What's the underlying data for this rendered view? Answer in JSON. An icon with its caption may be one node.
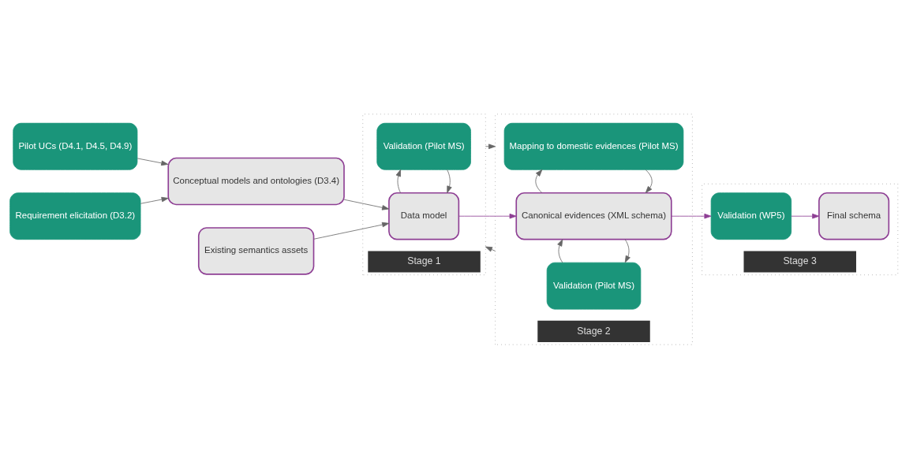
{
  "diagram": {
    "nodes": [
      {
        "text": [
          "Pilot UCs (D4.1, D4.5, D4.9)"
        ]
      },
      {
        "text": [
          "Requirement elicitation (D3.2)"
        ]
      },
      {
        "text": [
          "Conceptual models and ontologies (D3.4)"
        ]
      },
      {
        "text": [
          "Existing semantics assets"
        ]
      },
      {
        "text": [
          "Stage 1"
        ]
      },
      {
        "text": [
          "Validation (Pilot MS)"
        ],
        "in": 4
      },
      {
        "text": [
          "Data model"
        ],
        "in": 4
      },
      {
        "text": [
          "Stage 2"
        ]
      },
      {
        "text": [
          "Mapping to domestic evidences (Pilot MS)"
        ],
        "in": 7
      },
      {
        "text": [
          "Canonical evidences (XML schema)"
        ],
        "in": 7
      },
      {
        "text": [
          "Validation (Pilot MS)"
        ],
        "in": 7
      },
      {
        "text": [
          "Stage 3"
        ]
      },
      {
        "text": [
          "Validation (WP5)"
        ],
        "in": 11
      },
      {
        "text": [
          "Final schema"
        ],
        "in": 11
      }
    ],
    "edges": [
      {
        "from": 0,
        "to": 2,
        "arrow": "to"
      },
      {
        "from": 1,
        "to": 2,
        "arrow": "to"
      },
      {
        "from": 2,
        "to": 6,
        "arrow": "to"
      },
      {
        "from": 3,
        "to": 6,
        "arrow": "to"
      },
      {
        "from": 5,
        "to": 6,
        "arrow": "to"
      },
      {
        "from": 6,
        "to": 5,
        "arrow": "to"
      },
      {
        "from": 6,
        "to": 9,
        "arrow": "to",
        "color": "#8e3f94"
      },
      {
        "from": 8,
        "to": 9,
        "arrow": "to"
      },
      {
        "from": 9,
        "to": 8,
        "arrow": "to"
      },
      {
        "from": 9,
        "to": 10,
        "arrow": "to"
      },
      {
        "from": 10,
        "to": 9,
        "arrow": "to"
      },
      {
        "from": 9,
        "to": 12,
        "arrow": "to",
        "color": "#8e3f94"
      },
      {
        "from": 12,
        "to": 13,
        "arrow": "to",
        "color": "#8e3f94"
      },
      {
        "from": 4,
        "to": 7,
        "arrow": "to"
      },
      {
        "from": 7,
        "to": 4,
        "arrow": "to"
      }
    ]
  }
}
